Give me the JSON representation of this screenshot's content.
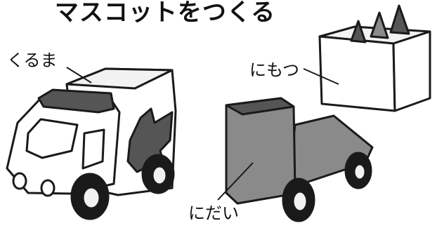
{
  "title": "マスコットをつくる",
  "labels": {
    "truck": "くるま",
    "cargo": "にもつ",
    "bed": "にだい"
  },
  "colors": {
    "outline": "#1a1a1a",
    "dark_fill": "#555555",
    "mid_fill": "#8a8a8a",
    "light_fill": "#f2f2f2",
    "white": "#ffffff"
  }
}
